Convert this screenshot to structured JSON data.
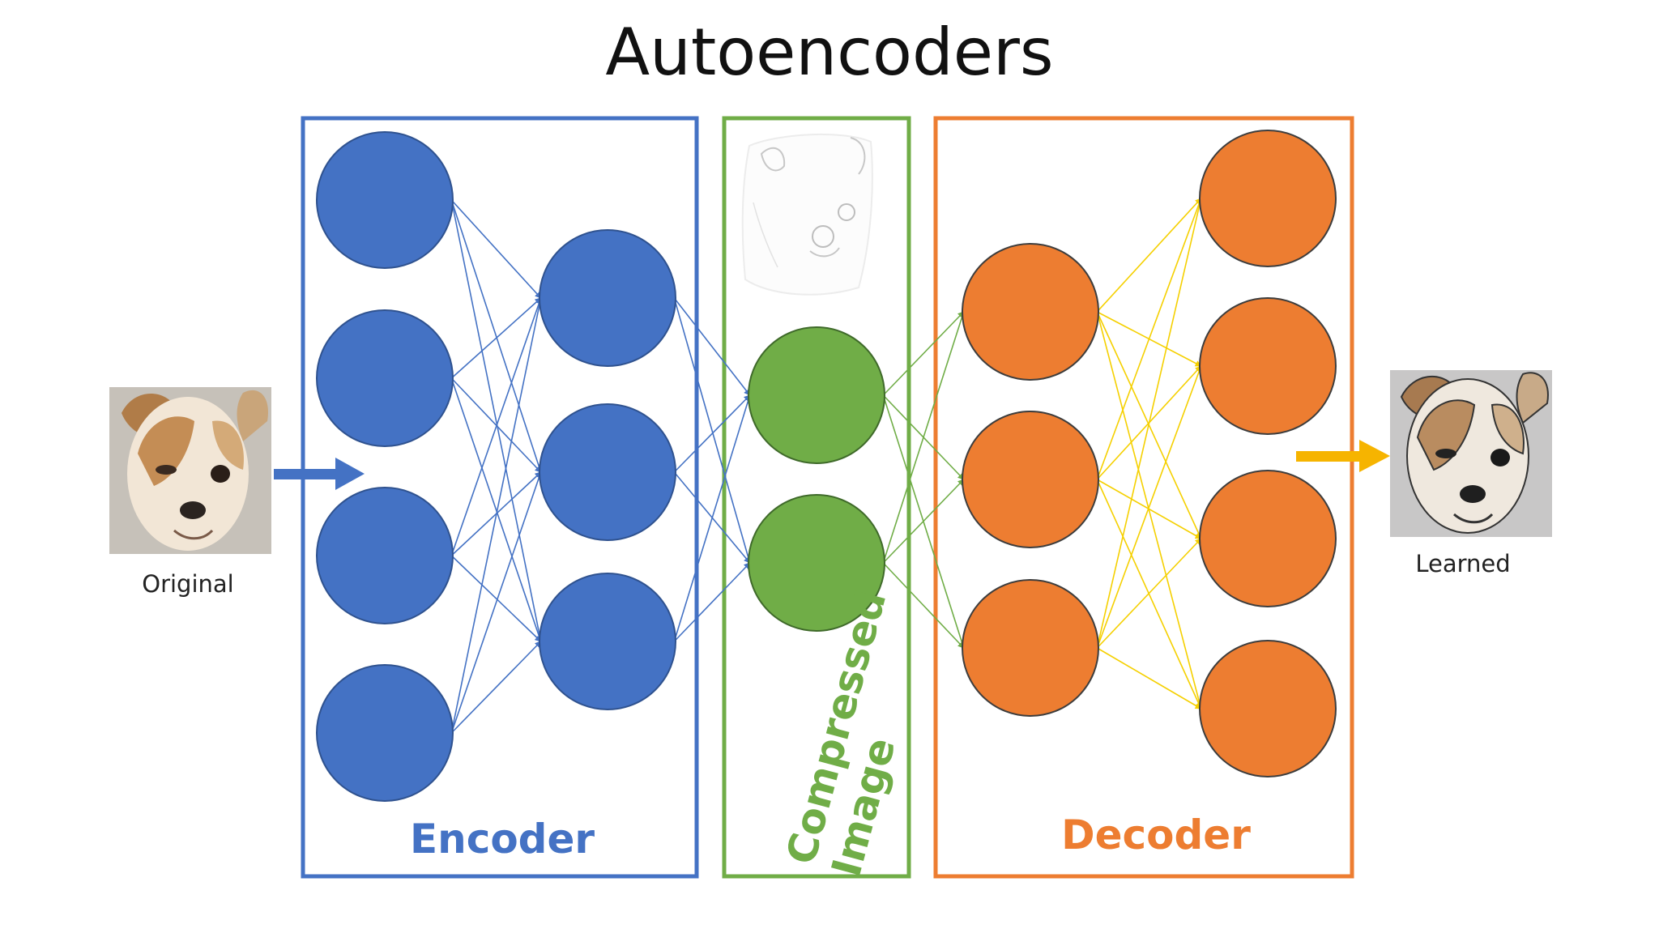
{
  "title": "Autoencoders",
  "labels": {
    "original": "Original",
    "learned": "Learned",
    "encoder": "Encoder",
    "compressed_line1": "Compressed",
    "compressed_line2": "Image",
    "decoder": "Decoder"
  },
  "colors": {
    "encoder": "#4472c4",
    "bottleneck": "#70ad47",
    "decoder": "#ed7d31",
    "decoder_edges": "#f5d000",
    "input_arrow": "#4472c4",
    "output_arrow": "#f6b400",
    "title": "#111111"
  },
  "network": {
    "layers": [
      {
        "name": "encoder-input",
        "units": 4,
        "color": "encoder"
      },
      {
        "name": "encoder-hidden",
        "units": 3,
        "color": "encoder"
      },
      {
        "name": "bottleneck",
        "units": 2,
        "color": "bottleneck"
      },
      {
        "name": "decoder-hidden",
        "units": 3,
        "color": "decoder"
      },
      {
        "name": "decoder-output",
        "units": 4,
        "color": "decoder"
      }
    ],
    "connections": "fully-connected between consecutive layers"
  },
  "images": {
    "input": "dog-photo",
    "compressed": "dog-sketch",
    "output": "dog-reconstructed"
  }
}
